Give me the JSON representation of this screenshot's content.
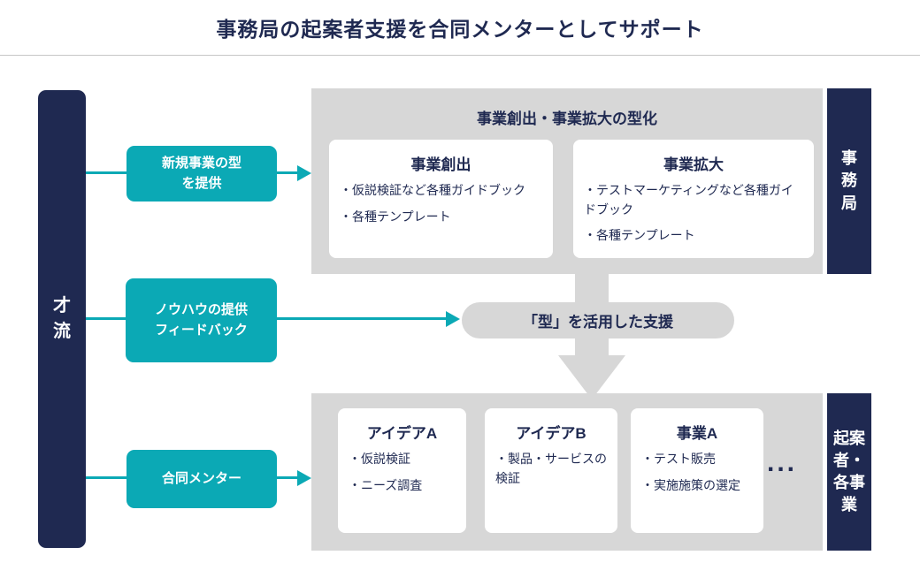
{
  "title": "事務局の起案者支援を合同メンターとしてサポート",
  "colors": {
    "navy": "#1f2951",
    "teal": "#0ba9b5",
    "panel_gray": "#d7d7d7",
    "text_navy": "#1f2951",
    "divider_gray": "#c6c6c6",
    "card_white": "#ffffff"
  },
  "left_bar": {
    "label": "才流",
    "label_lines": [
      "才",
      "流"
    ]
  },
  "teal_boxes": [
    {
      "label": "新規事業の型を提供",
      "label_lines": [
        "新規事業の型",
        "を提供"
      ]
    },
    {
      "label": "ノウハウの提供フィードバック",
      "label_lines": [
        "ノウハウの提供",
        "フィードバック"
      ]
    },
    {
      "label": "合同メンター",
      "label_lines": [
        "合同メンター"
      ]
    }
  ],
  "top_panel": {
    "title": "事業創出・事業拡大の型化",
    "side_label": "事務局",
    "side_label_lines": [
      "事",
      "務",
      "局"
    ],
    "cards": [
      {
        "title": "事業創出",
        "bullets": [
          "・仮説検証など各種ガイドブック",
          "・各種テンプレート"
        ]
      },
      {
        "title": "事業拡大",
        "bullets": [
          "・テストマーケティングなど各種ガイドブック",
          "・各種テンプレート"
        ]
      }
    ]
  },
  "pill": {
    "label": "「型」を活用した支援"
  },
  "bottom_panel": {
    "side_label": "起案者・各事業",
    "side_label_lines": [
      "起案",
      "者・",
      "各事",
      "業"
    ],
    "cards": [
      {
        "title": "アイデアA",
        "bullets": [
          "・仮説検証",
          "・ニーズ調査"
        ]
      },
      {
        "title": "アイデアB",
        "bullets": [
          "・製品・サービスの検証"
        ]
      },
      {
        "title": "事業A",
        "bullets": [
          "・テスト販売",
          "・実施施策の選定"
        ]
      }
    ],
    "ellipsis": "..."
  }
}
